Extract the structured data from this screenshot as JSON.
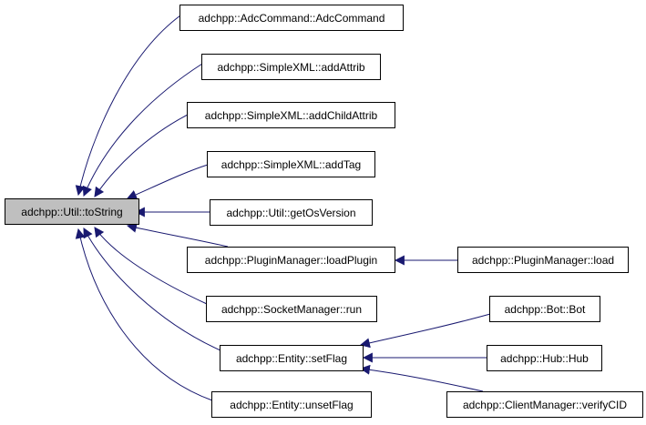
{
  "graph": {
    "edge_color": "#191970",
    "root_fill": "#bfbfbf",
    "nodes": [
      {
        "id": "tostring",
        "label": "adchpp::Util::toString",
        "root": true
      },
      {
        "id": "adccommand",
        "label": "adchpp::AdcCommand::AdcCommand"
      },
      {
        "id": "addattrib",
        "label": "adchpp::SimpleXML::addAttrib"
      },
      {
        "id": "addchildattrib",
        "label": "adchpp::SimpleXML::addChildAttrib"
      },
      {
        "id": "addtag",
        "label": "adchpp::SimpleXML::addTag"
      },
      {
        "id": "getosversion",
        "label": "adchpp::Util::getOsVersion"
      },
      {
        "id": "loadplugin",
        "label": "adchpp::PluginManager::loadPlugin"
      },
      {
        "id": "socketrun",
        "label": "adchpp::SocketManager::run"
      },
      {
        "id": "setflag",
        "label": "adchpp::Entity::setFlag"
      },
      {
        "id": "unsetflag",
        "label": "adchpp::Entity::unsetFlag"
      },
      {
        "id": "pmload",
        "label": "adchpp::PluginManager::load"
      },
      {
        "id": "bot",
        "label": "adchpp::Bot::Bot"
      },
      {
        "id": "hub",
        "label": "adchpp::Hub::Hub"
      },
      {
        "id": "verifycid",
        "label": "adchpp::ClientManager::verifyCID"
      }
    ],
    "edges": [
      {
        "from": "adccommand",
        "to": "tostring"
      },
      {
        "from": "addattrib",
        "to": "tostring"
      },
      {
        "from": "addchildattrib",
        "to": "tostring"
      },
      {
        "from": "addtag",
        "to": "tostring"
      },
      {
        "from": "getosversion",
        "to": "tostring"
      },
      {
        "from": "loadplugin",
        "to": "tostring"
      },
      {
        "from": "socketrun",
        "to": "tostring"
      },
      {
        "from": "setflag",
        "to": "tostring"
      },
      {
        "from": "unsetflag",
        "to": "tostring"
      },
      {
        "from": "pmload",
        "to": "loadplugin"
      },
      {
        "from": "bot",
        "to": "setflag"
      },
      {
        "from": "hub",
        "to": "setflag"
      },
      {
        "from": "verifycid",
        "to": "setflag"
      }
    ]
  }
}
